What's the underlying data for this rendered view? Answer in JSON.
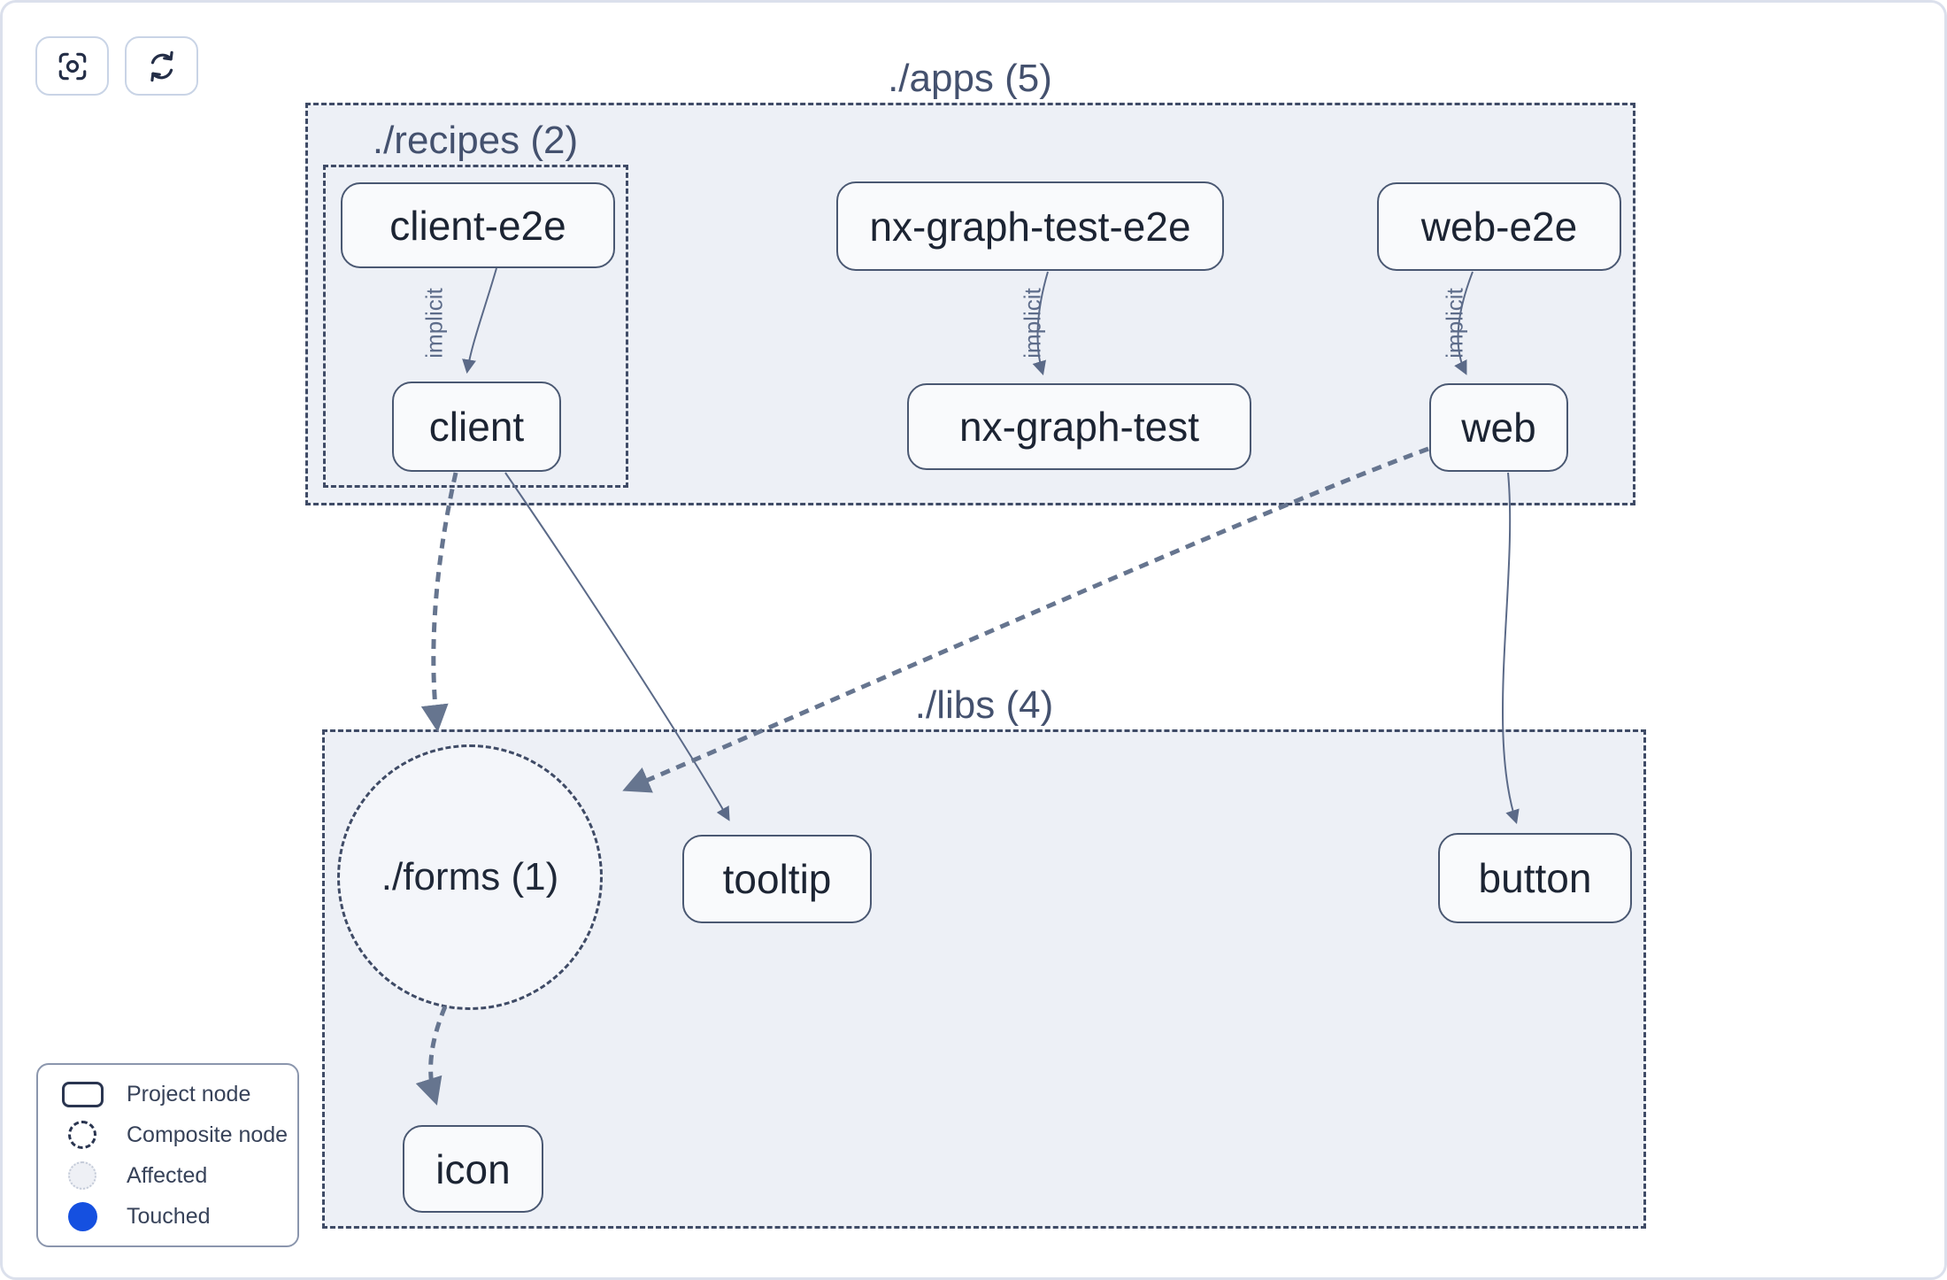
{
  "toolbar": {
    "buttons": [
      {
        "name": "center-graph",
        "icon": "focus-icon"
      },
      {
        "name": "refresh-graph",
        "icon": "refresh-icon"
      }
    ]
  },
  "graph": {
    "containers": [
      {
        "id": "apps",
        "label": "./apps (5)",
        "shape": "rect",
        "project_count": 5
      },
      {
        "id": "recipes",
        "label": "./recipes (2)",
        "shape": "rect",
        "project_count": 2,
        "parent": "apps"
      },
      {
        "id": "libs",
        "label": "./libs (4)",
        "shape": "rect",
        "project_count": 4
      },
      {
        "id": "forms",
        "label": "./forms (1)",
        "shape": "circle",
        "project_count": 1,
        "parent": "libs"
      }
    ],
    "nodes": [
      {
        "id": "client-e2e",
        "label": "client-e2e",
        "parent": "recipes"
      },
      {
        "id": "client",
        "label": "client",
        "parent": "recipes"
      },
      {
        "id": "nx-graph-test-e2e",
        "label": "nx-graph-test-e2e",
        "parent": "apps"
      },
      {
        "id": "nx-graph-test",
        "label": "nx-graph-test",
        "parent": "apps"
      },
      {
        "id": "web-e2e",
        "label": "web-e2e",
        "parent": "apps"
      },
      {
        "id": "web",
        "label": "web",
        "parent": "apps"
      },
      {
        "id": "tooltip",
        "label": "tooltip",
        "parent": "libs"
      },
      {
        "id": "button",
        "label": "button",
        "parent": "libs"
      },
      {
        "id": "icon",
        "label": "icon",
        "parent": "libs"
      }
    ],
    "edges": [
      {
        "from": "client-e2e",
        "to": "client",
        "label": "implicit",
        "style": "thin-solid"
      },
      {
        "from": "nx-graph-test-e2e",
        "to": "nx-graph-test",
        "label": "implicit",
        "style": "thin-solid"
      },
      {
        "from": "web-e2e",
        "to": "web",
        "label": "implicit",
        "style": "thin-solid"
      },
      {
        "from": "client",
        "to": "./forms",
        "style": "thick-dashed"
      },
      {
        "from": "client",
        "to": "tooltip",
        "style": "thin-solid"
      },
      {
        "from": "web",
        "to": "./forms",
        "style": "thick-dashed"
      },
      {
        "from": "web",
        "to": "button",
        "style": "thin-solid"
      },
      {
        "from": "./forms",
        "to": "icon",
        "style": "thick-dashed"
      }
    ]
  },
  "legend": {
    "items": [
      {
        "label": "Project node",
        "icon": "project-node-icon"
      },
      {
        "label": "Composite node",
        "icon": "composite-node-icon"
      },
      {
        "label": "Affected",
        "icon": "affected-icon"
      },
      {
        "label": "Touched",
        "icon": "touched-icon"
      }
    ]
  },
  "colors": {
    "container_fill": "#edf0f6",
    "composite_fill": "#f4f6fa",
    "node_fill": "#f9fafc",
    "node_border": "#4a5872",
    "dashed_border": "#3f4b66",
    "edge_thin": "#5b6a88",
    "edge_thick": "#66758f",
    "container_label_text": "#44516e",
    "node_text": "#1c2433",
    "touched_blue": "#1550e0"
  }
}
